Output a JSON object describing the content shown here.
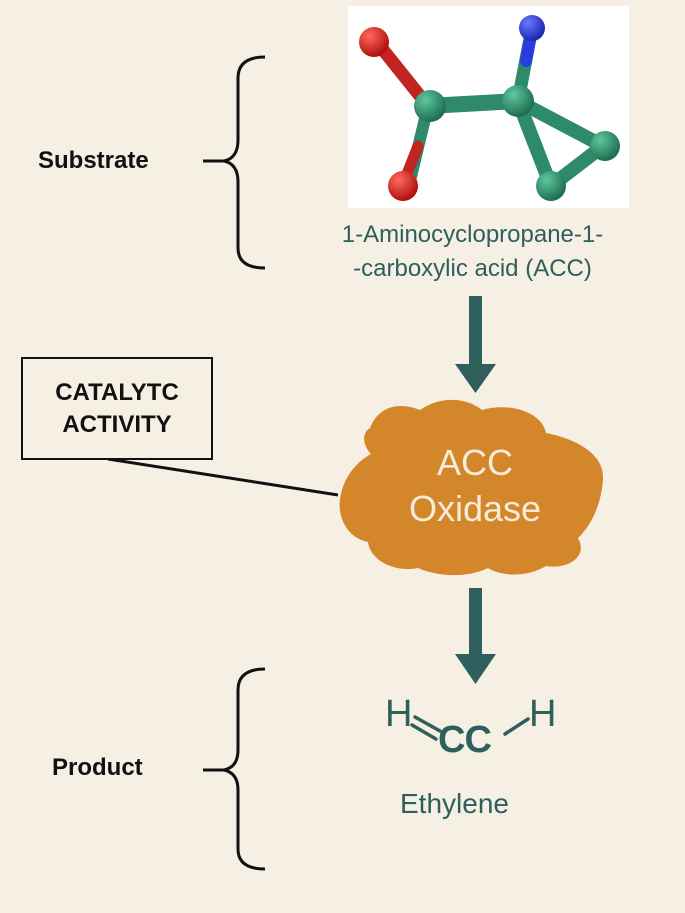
{
  "labels": {
    "substrate": "Substrate",
    "product": "Product"
  },
  "catalytic_box": {
    "line1": "CATALYTC",
    "line2": "ACTIVITY"
  },
  "substrate_molecule": {
    "name_line1": "1-Aminocyclopropane-1-",
    "name_line2": "-carboxylic acid (ACC)",
    "atom_colors": {
      "carbon": "#2d8a6a",
      "oxygen": "#e0211c",
      "nitrogen": "#2a3ce0"
    }
  },
  "enzyme": {
    "line1": "ACC",
    "line2": "Oxidase",
    "color": "#d4862a"
  },
  "product_molecule": {
    "h_left": "H",
    "cc": "CC",
    "h_right": "H",
    "name": "Ethylene"
  },
  "colors": {
    "background": "#f6f0e4",
    "teal": "#2e5f5c",
    "ink": "#111111"
  }
}
